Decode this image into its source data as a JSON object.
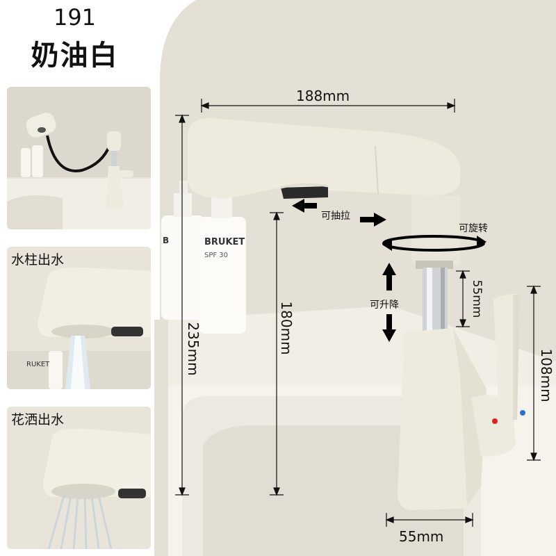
{
  "header": {
    "model": "191",
    "color_name": "奶油白"
  },
  "thumbnails": [
    {
      "label": ""
    },
    {
      "label": "水柱出水"
    },
    {
      "label": "花洒出水"
    }
  ],
  "dimensions": {
    "top_width": "188mm",
    "total_height": "235mm",
    "spout_height": "180mm",
    "lift_range": "55mm",
    "handle_height": "108mm",
    "base_width": "55mm"
  },
  "features": {
    "pull_out": "可抽拉",
    "rotate": "可旋转",
    "lift": "可升降"
  },
  "bottle_text": {
    "brand": "BRUKET",
    "spf": "SPF 30"
  },
  "colors": {
    "cream": "#eeeadd",
    "wall": "#e6e2d8",
    "chrome": "#cfd3d6",
    "arrow": "#000000",
    "hot_dot": "#d9231c",
    "cold_dot": "#2e6fd6"
  }
}
